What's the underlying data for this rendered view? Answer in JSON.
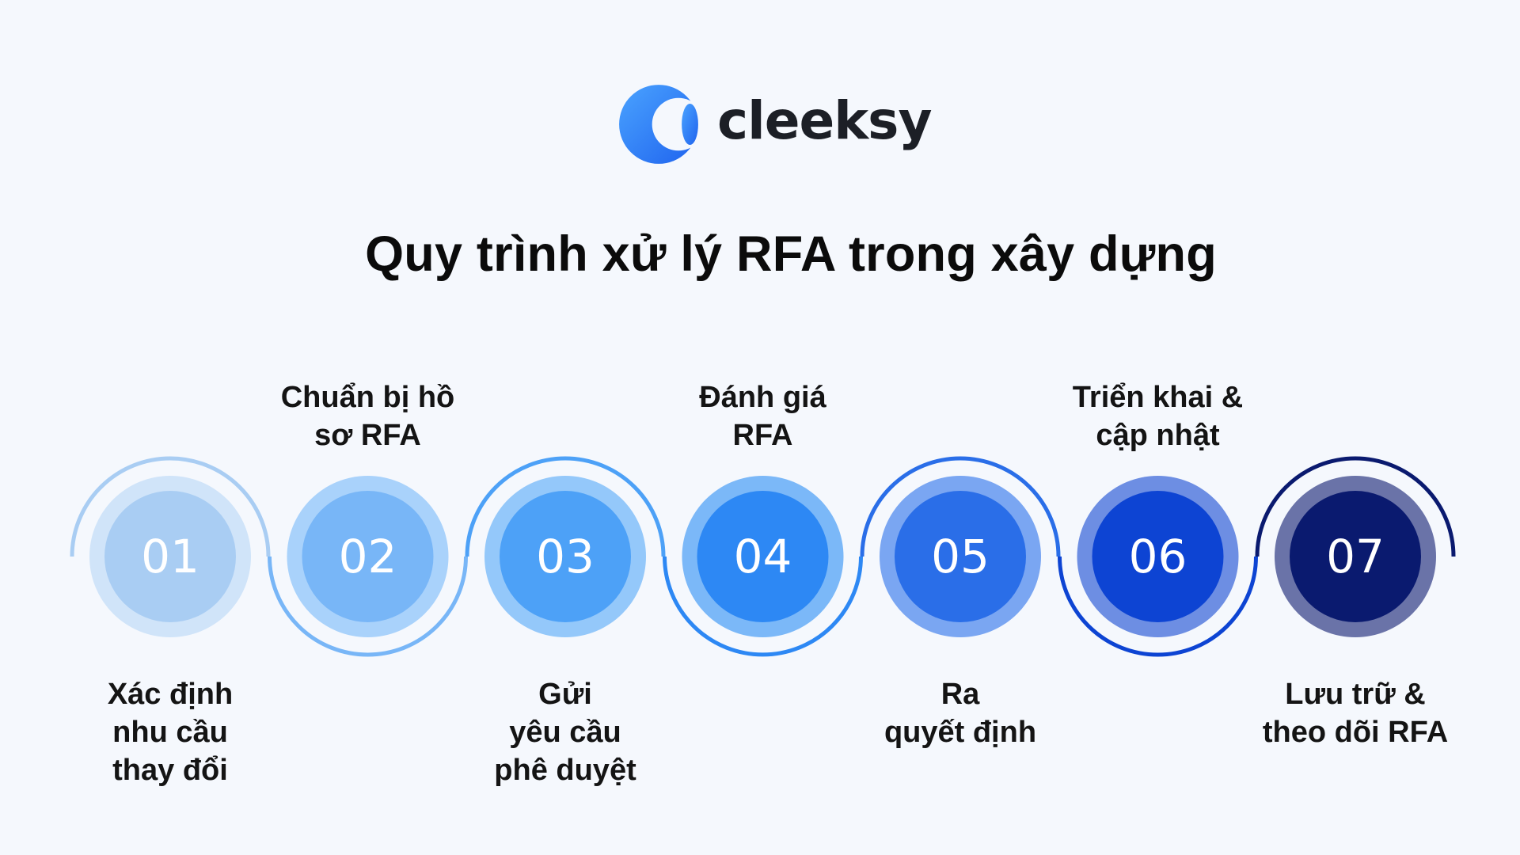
{
  "brand": {
    "name": "cleeksy",
    "colors": {
      "primary": "#2f7af5",
      "dark": "#1c1f26"
    }
  },
  "title": "Quy trình xử lý RFA trong xây dựng",
  "steps": [
    {
      "number": "01",
      "label": "Xác định\nnhu cầu\nthay đổi",
      "position": "bottom",
      "colors": {
        "inner": "#a9cdf3",
        "outer": "#d0e4f9",
        "arc": "#a9cdf3"
      }
    },
    {
      "number": "02",
      "label": "Chuẩn bị hồ\nsơ RFA",
      "position": "top",
      "colors": {
        "inner": "#78b6f7",
        "outer": "#a9d2fb",
        "arc": "#78b6f7"
      }
    },
    {
      "number": "03",
      "label": "Gửi\nyêu cầu\nphê duyệt",
      "position": "bottom",
      "colors": {
        "inner": "#4da1f7",
        "outer": "#94c8fa",
        "arc": "#4da1f7"
      }
    },
    {
      "number": "04",
      "label": "Đánh giá\nRFA",
      "position": "top",
      "colors": {
        "inner": "#2d88f4",
        "outer": "#7bb8f8",
        "arc": "#2d88f4"
      }
    },
    {
      "number": "05",
      "label": "Ra\nquyết định",
      "position": "bottom",
      "colors": {
        "inner": "#2a6ee8",
        "outer": "#7aa6f2",
        "arc": "#2a6ee8"
      }
    },
    {
      "number": "06",
      "label": "Triển khai &\ncập nhật",
      "position": "top",
      "colors": {
        "inner": "#0d44d3",
        "outer": "#6d8ee3",
        "arc": "#0d44d3"
      }
    },
    {
      "number": "07",
      "label": "Lưu trữ &\ntheo dõi RFA",
      "position": "bottom",
      "colors": {
        "inner": "#0a1a6f",
        "outer": "#6a73a8",
        "arc": "#0a1a6f"
      }
    }
  ]
}
